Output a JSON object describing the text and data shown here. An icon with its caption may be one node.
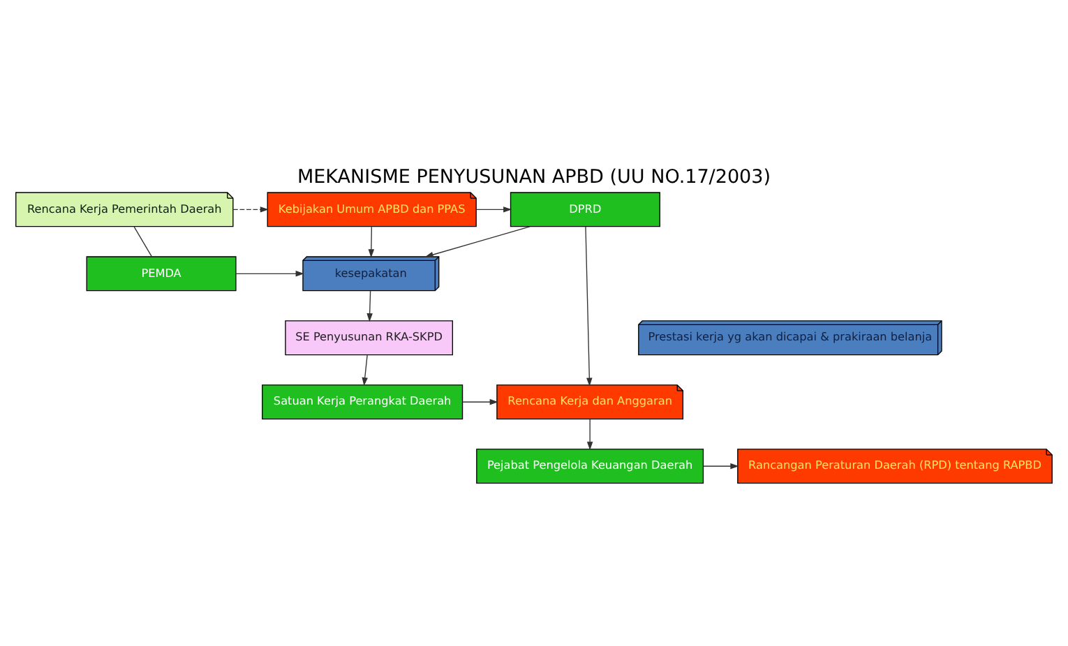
{
  "diagram": {
    "title": "MEKANISME PENYUSUNAN APBD (UU NO.17/2003)",
    "nodes": [
      {
        "text": [
          "Rencana Kerja Pemerintah Daerah"
        ]
      },
      {
        "text": [
          "Kebijakan Umum APBD dan PPAS"
        ]
      },
      {
        "text": [
          "DPRD"
        ]
      },
      {
        "text": [
          "PEMDA"
        ]
      },
      {
        "text": [
          "kesepakatan"
        ]
      },
      {
        "text": [
          "SE Penyusunan RKA-SKPD"
        ]
      },
      {
        "text": [
          "Prestasi kerja yg akan dicapai & prakiraan belanja"
        ]
      },
      {
        "text": [
          "Satuan Kerja Perangkat Daerah"
        ]
      },
      {
        "text": [
          "Rencana Kerja dan Anggaran"
        ]
      },
      {
        "text": [
          "Pejabat Pengelola Keuangan Daerah"
        ]
      },
      {
        "text": [
          "Rancangan Peraturan Daerah (RPD) tentang RAPBD"
        ]
      }
    ],
    "edges": [
      {
        "from": 0,
        "to": 1,
        "arrow": "to",
        "style": "dashed"
      },
      {
        "from": 0,
        "to": 3,
        "arrow": "none"
      },
      {
        "from": 1,
        "to": 2,
        "arrow": "to"
      },
      {
        "from": 1,
        "to": 4,
        "arrow": "to"
      },
      {
        "from": 3,
        "to": 4,
        "arrow": "to"
      },
      {
        "from": 2,
        "to": 4,
        "arrow": "to"
      },
      {
        "from": 4,
        "to": 5,
        "arrow": "to"
      },
      {
        "from": 5,
        "to": 7,
        "arrow": "to"
      },
      {
        "from": 2,
        "to": 8,
        "arrow": "to"
      },
      {
        "from": 7,
        "to": 8,
        "arrow": "to"
      },
      {
        "from": 8,
        "to": 9,
        "arrow": "to"
      },
      {
        "from": 9,
        "to": 10,
        "arrow": "to"
      }
    ]
  }
}
